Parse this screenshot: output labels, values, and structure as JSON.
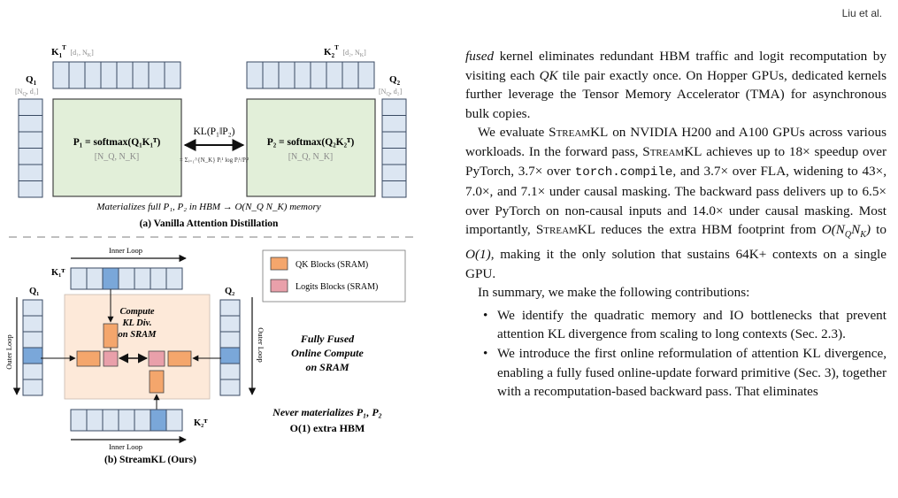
{
  "header": {
    "running_head": "Liu et al."
  },
  "figure": {
    "panel_a": {
      "k1_label": "K",
      "k1_sub": "1",
      "k1_sup": "T",
      "k1_dims": "[d₁, N",
      "k1_dims_sub": "K",
      "k1_dims_end": "]",
      "k2_label": "K",
      "k2_sub": "2",
      "k2_sup": "T",
      "k2_dims": "[d₂, N",
      "k2_dims_sub": "K",
      "k2_dims_end": "]",
      "q1_label": "Q",
      "q1_sub": "1",
      "q1_dims": "[N",
      "q1_dims_sub": "Q",
      "q1_dims_end": ", d₁]",
      "q2_label": "Q",
      "q2_sub": "2",
      "q2_dims": "[N",
      "q2_dims_sub": "Q",
      "q2_dims_end": ", d₂]",
      "p1_formula": "P₁ = softmax(Q₁K₁ᵀ)",
      "p1_dims": "[N_Q, N_K]",
      "p2_formula": "P₂ = softmax(Q₂K₂ᵀ)",
      "p2_dims": "[N_Q, N_K]",
      "kl_label": "KL(P₁‖P₂)",
      "kl_formula": "= Σᵢ₌₁^{N_K} Pᵢ¹ log Pᵢ¹/Pᵢ²",
      "caption_note": "Materializes full P₁, P₂ in HBM → O(N_Q N_K) memory",
      "caption": "(a) Vanilla Attention Distillation"
    },
    "panel_b": {
      "inner_loop_top": "Inner Loop",
      "inner_loop_bottom": "Inner Loop",
      "outer_loop_left": "Outer Loop",
      "outer_loop_right": "Outer Loop",
      "k1_label": "K₁ᵀ",
      "k2_label": "K₂ᵀ",
      "q1_label": "Q₁",
      "q2_label": "Q₂",
      "legend_qk": "QK Blocks (SRAM)",
      "legend_logits": "Logits Blocks (SRAM)",
      "compute_line1": "Compute",
      "compute_line2": "KL Div.",
      "compute_line3": "on SRAM",
      "fused_line1": "Fully Fused",
      "fused_line2": "Online Compute",
      "fused_line3": "on SRAM",
      "never_line": "Never materializes P₁, P₂",
      "hbm_line": "O(1) extra HBM",
      "caption": "(b) StreamKL (Ours)"
    },
    "colors": {
      "block_fill": "#dce6f2",
      "block_stroke": "#3a4a63",
      "block_highlight": "#7aa7d9",
      "p_matrix_fill": "#e2efd9",
      "p_matrix_stroke": "#444444",
      "sram_fill": "#fde9d9",
      "qk_block": "#f4a66c",
      "logits_block": "#e9a0aa"
    }
  },
  "body": {
    "p1": {
      "a": "fused",
      "b": " kernel eliminates redundant HBM traffic and logit recomputation by visiting each ",
      "c": "QK",
      "d": " tile pair exactly once. On Hopper GPUs, dedicated kernels further leverage the Tensor Memory Accelerator (TMA) for asynchronous bulk copies."
    },
    "p2": {
      "a": "We evaluate ",
      "name": "StreamKL",
      "b": " on NVIDIA H200 and A100 GPUs across various workloads. In the forward pass, ",
      "c": " achieves up to 18× speedup over PyTorch, 3.7× over ",
      "code": "torch.compile",
      "d": ", and 3.7× over FLA, widening to 43×, 7.0×, and 7.1× under causal masking. The backward pass delivers up to 6.5× over PyTorch on non-causal inputs and 14.0× under causal masking. Most importantly, ",
      "e": " reduces the extra HBM footprint from ",
      "f": "O(N",
      "f_sub1": "Q",
      "f_mid": "N",
      "f_sub2": "K",
      "f_end": ")",
      "g": " to ",
      "h": "O(1)",
      "i": ", making it the only solution that sustains 64K+ contexts on a single GPU."
    },
    "p3": "In summary, we make the following contributions:",
    "bullets": [
      "We identify the quadratic memory and IO bottlenecks that prevent attention KL divergence from scaling to long contexts (Sec. 2.3).",
      "We introduce the first online reformulation of attention KL divergence, enabling a fully fused online-update forward primitive (Sec. 3), together with a recomputation-based backward pass. That eliminates"
    ]
  }
}
